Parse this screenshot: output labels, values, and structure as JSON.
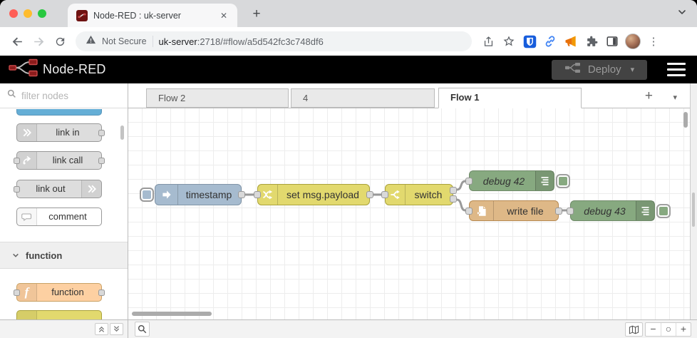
{
  "browser": {
    "tab": {
      "title": "Node-RED : uk-server",
      "close_glyph": "✕"
    },
    "new_tab_glyph": "+",
    "nav": {
      "security_label": "Not Secure",
      "url_origin": "uk-server",
      "url_path": ":2718/#flow/a5d542fc3c748df6"
    },
    "menu_dots_glyph": "⋮"
  },
  "header": {
    "title": "Node-RED",
    "deploy": {
      "label": "Deploy",
      "caret": "▾"
    }
  },
  "palette": {
    "search_placeholder": "filter nodes",
    "items": [
      {
        "label": "link in"
      },
      {
        "label": "link call"
      },
      {
        "label": "link out"
      },
      {
        "label": "comment"
      }
    ],
    "category": {
      "label": "function"
    },
    "category_items": [
      {
        "label": "function"
      }
    ]
  },
  "workspace": {
    "tabs": [
      {
        "label": "Flow 2",
        "active": false
      },
      {
        "label": "4",
        "active": false
      },
      {
        "label": "Flow 1",
        "active": true
      }
    ],
    "add_tab_glyph": "+",
    "tab_list_caret": "▾"
  },
  "flow": {
    "inject": {
      "label": "timestamp"
    },
    "change": {
      "label": "set msg.payload"
    },
    "switch": {
      "label": "switch"
    },
    "debug42": {
      "label": "debug 42"
    },
    "file": {
      "label": "write file"
    },
    "debug43": {
      "label": "debug 43"
    }
  },
  "footer": {
    "zoom_out": "−",
    "zoom_reset": "○",
    "zoom_in": "+"
  },
  "colors": {
    "inject_blue": "#a6bbcf",
    "function_yellow": "#e2d96e",
    "debug_green": "#87a980",
    "file_tan": "#deb887",
    "function_orange": "#fdd0a2",
    "link_gray": "#dddddd",
    "header_black": "#000000",
    "accent_red": "#8c1c1c"
  }
}
